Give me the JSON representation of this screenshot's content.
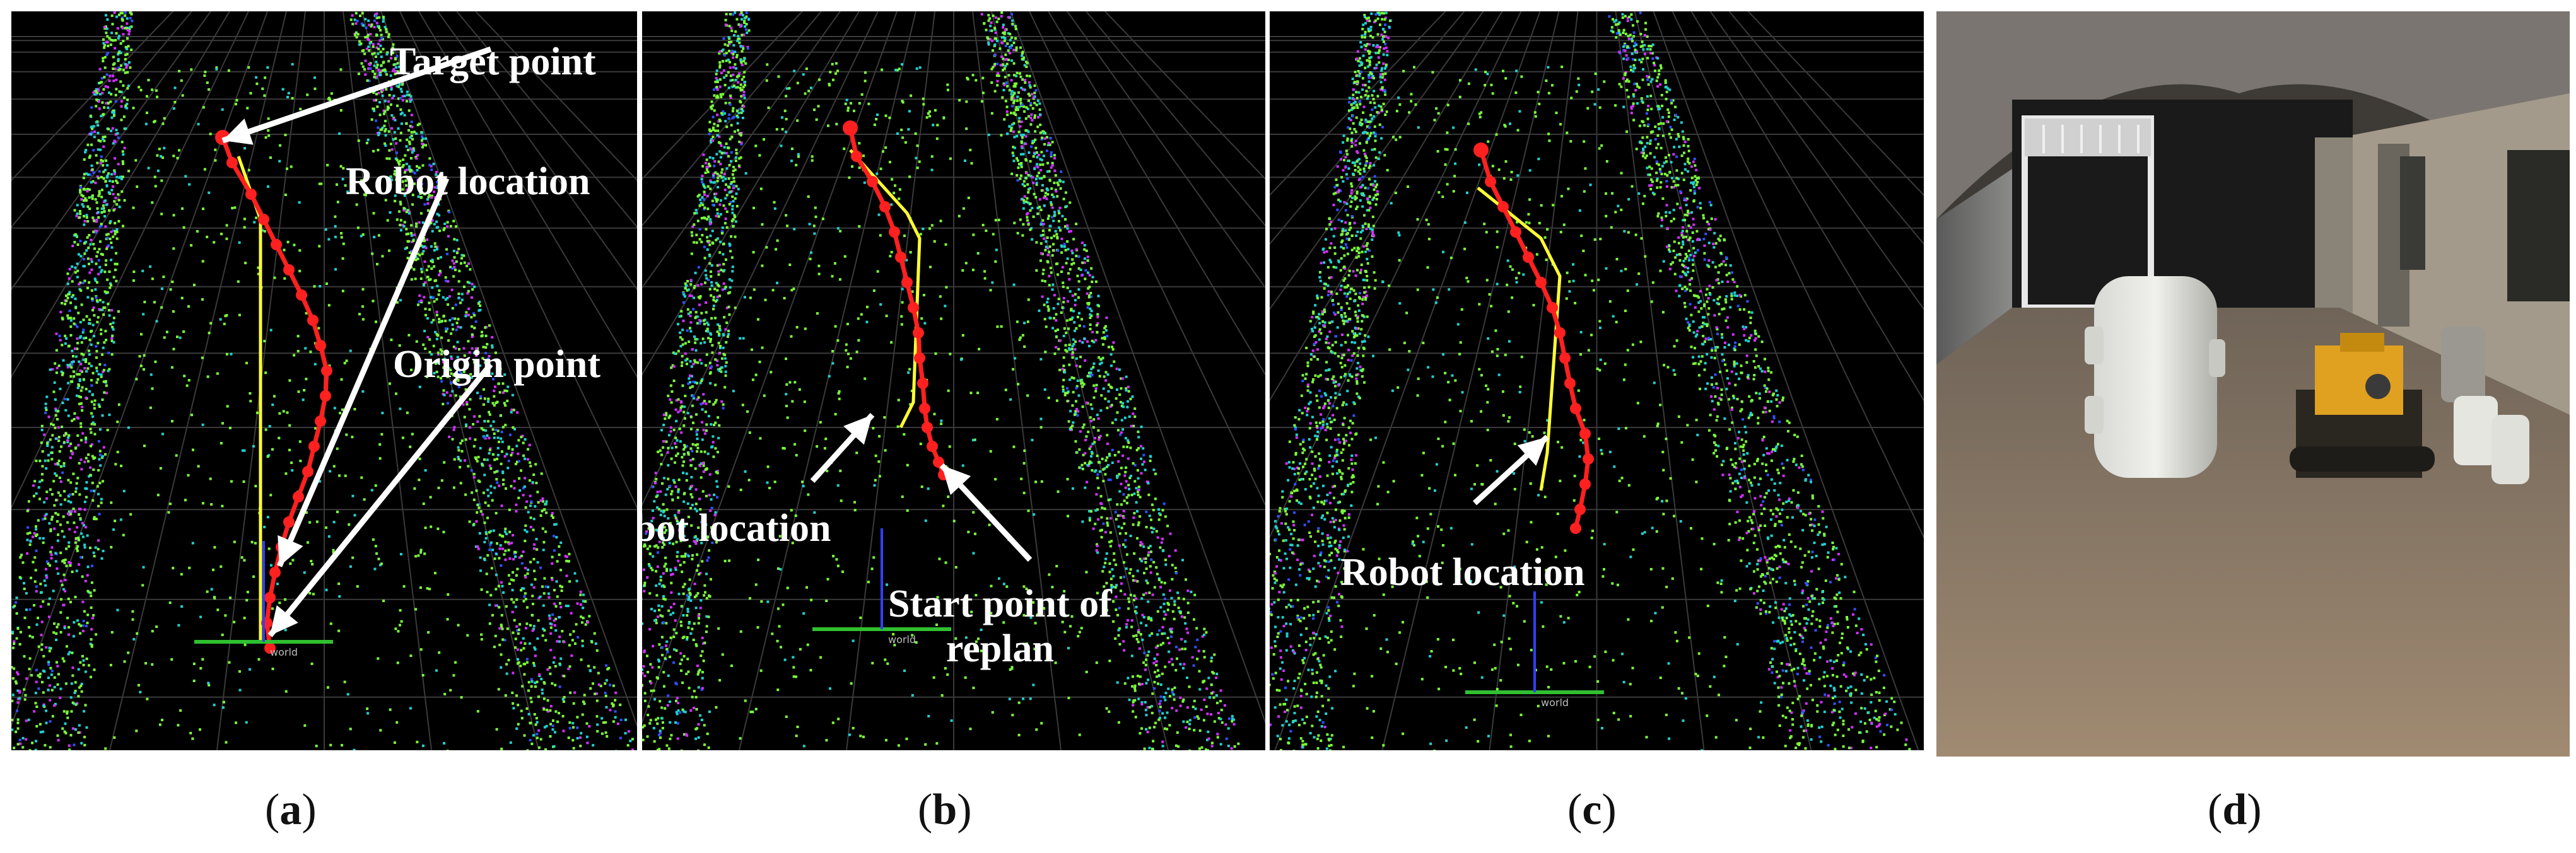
{
  "panels": [
    {
      "id": "a",
      "caption": "a",
      "labels": {
        "target": "Target point",
        "robot": "Robot location",
        "origin": "Origin point"
      }
    },
    {
      "id": "b",
      "caption": "b",
      "labels": {
        "robot": "Robot location",
        "replan_line1": "Start point of",
        "replan_line2": "replan"
      }
    },
    {
      "id": "c",
      "caption": "c",
      "labels": {
        "robot": "Robot location"
      }
    },
    {
      "id": "d",
      "caption": "d",
      "photo": true
    }
  ],
  "world_frame_label": "world",
  "colors": {
    "background": "#000000",
    "path_planned": "#ff2020",
    "path_straight": "#ffff33",
    "grid": "#3a3a3a",
    "cloud_green": "#7cff3a",
    "cloud_magenta": "#d030ff",
    "cloud_cyan": "#20d0d0",
    "cloud_blue": "#3050ff",
    "arrow": "#ffffff"
  }
}
